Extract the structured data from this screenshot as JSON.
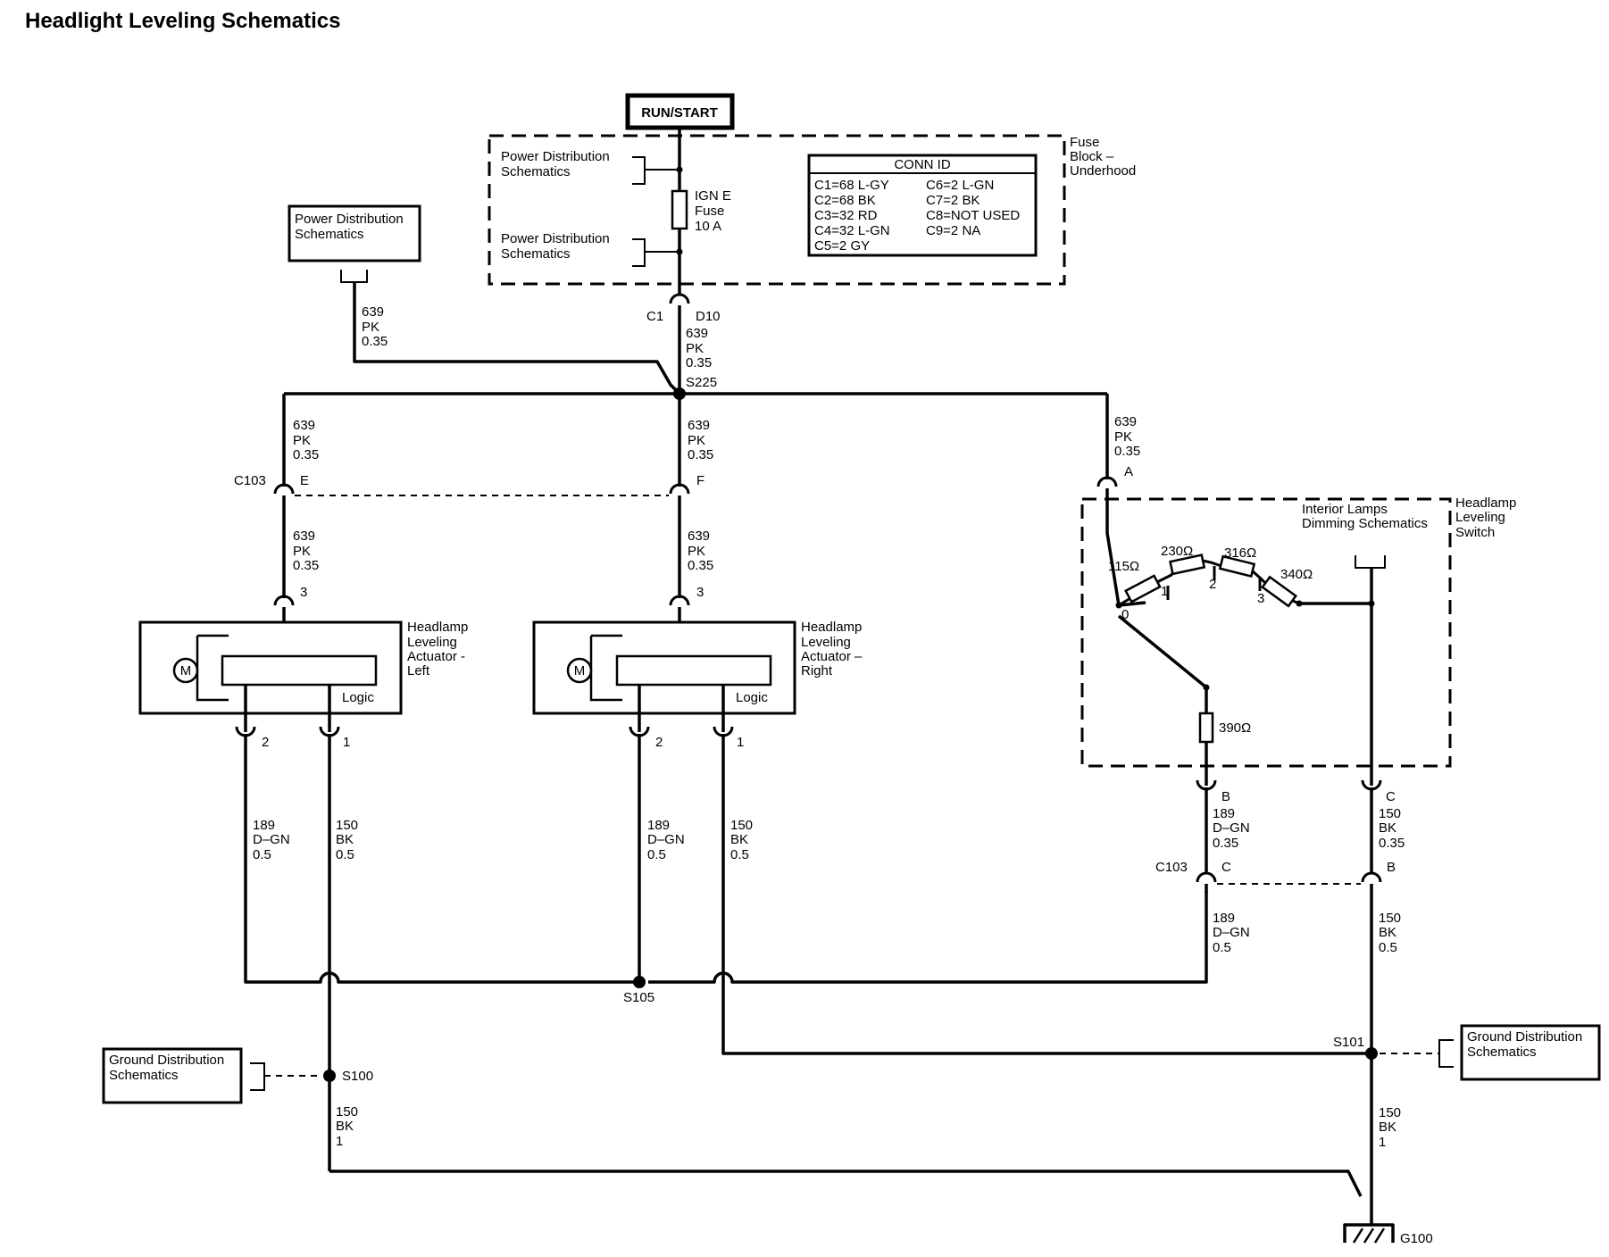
{
  "title": "Headlight Leveling Schematics",
  "labels": {
    "run_start": "RUN/START",
    "pds": [
      "Power Distribution",
      "Schematics"
    ],
    "fuse": [
      "IGN E",
      "Fuse",
      "10 A"
    ],
    "fuse_block": [
      "Fuse",
      "Block –",
      "Underhood"
    ],
    "conn_id_title": "CONN ID",
    "conn_id_left": [
      "C1=68 L-GY",
      "C2=68 BK",
      "C3=32 RD",
      "C4=32 L-GN",
      "C5=2 GY"
    ],
    "conn_id_right": [
      "C6=2 L-GN",
      "C7=2 BK",
      "C8=NOT USED",
      "C9=2 NA"
    ],
    "c1": "C1",
    "d10": "D10",
    "s225": "S225",
    "c103": "C103",
    "pin_e": "E",
    "pin_f": "F",
    "pin_a": "A",
    "pin_b": "B",
    "pin_c": "C",
    "pin_1": "1",
    "pin_2": "2",
    "pin_3": "3",
    "wire_pk": [
      "639",
      "PK",
      "0.35"
    ],
    "wire_dgn_05": [
      "189",
      "D–GN",
      "0.5"
    ],
    "wire_dgn_035": [
      "189",
      "D–GN",
      "0.35"
    ],
    "wire_bk_05": [
      "150",
      "BK",
      "0.5"
    ],
    "wire_bk_035": [
      "150",
      "BK",
      "0.35"
    ],
    "wire_bk_1": [
      "150",
      "BK",
      "1"
    ],
    "actuator_left": [
      "Headlamp",
      "Leveling",
      "Actuator -",
      "Left"
    ],
    "actuator_right": [
      "Headlamp",
      "Leveling",
      "Actuator –",
      "Right"
    ],
    "motor": "M",
    "logic": "Logic",
    "interior_lamps": [
      "Interior Lamps",
      "Dimming Schematics"
    ],
    "switch": [
      "Headlamp",
      "Leveling",
      "Switch"
    ],
    "r115": "115Ω",
    "r230": "230Ω",
    "r316": "316Ω",
    "r340": "340Ω",
    "r390": "390Ω",
    "pos0": "0",
    "pos1": "1",
    "pos2": "2",
    "pos3": "3",
    "s105": "S105",
    "s100": "S100",
    "s101": "S101",
    "g100": "G100",
    "gds": [
      "Ground Distribution",
      "Schematics"
    ]
  }
}
